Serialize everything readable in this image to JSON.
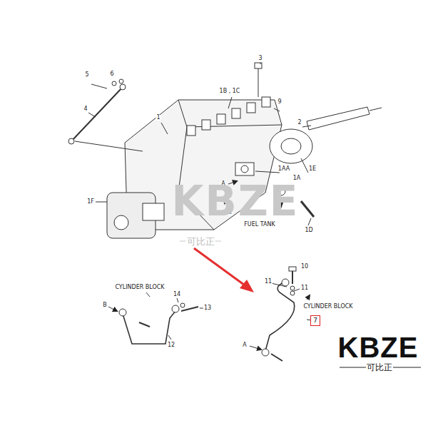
{
  "diagram": {
    "nodes": [
      {
        "text": [
          "7"
        ]
      }
    ],
    "labels": [
      "3",
      "5",
      "6",
      "1B , 1C",
      "9",
      "4",
      "1",
      "2",
      "1AA",
      "1A",
      "1E",
      "A",
      "1F",
      "B",
      "FUEL TANK",
      "1D",
      "KBZE",
      "可比正",
      "10",
      "11",
      "11",
      "CYLINDER BLOCK",
      "14",
      "CYLINDER BLOCK",
      "B",
      "13",
      "A",
      "12",
      "KBZE",
      "可比正"
    ]
  }
}
